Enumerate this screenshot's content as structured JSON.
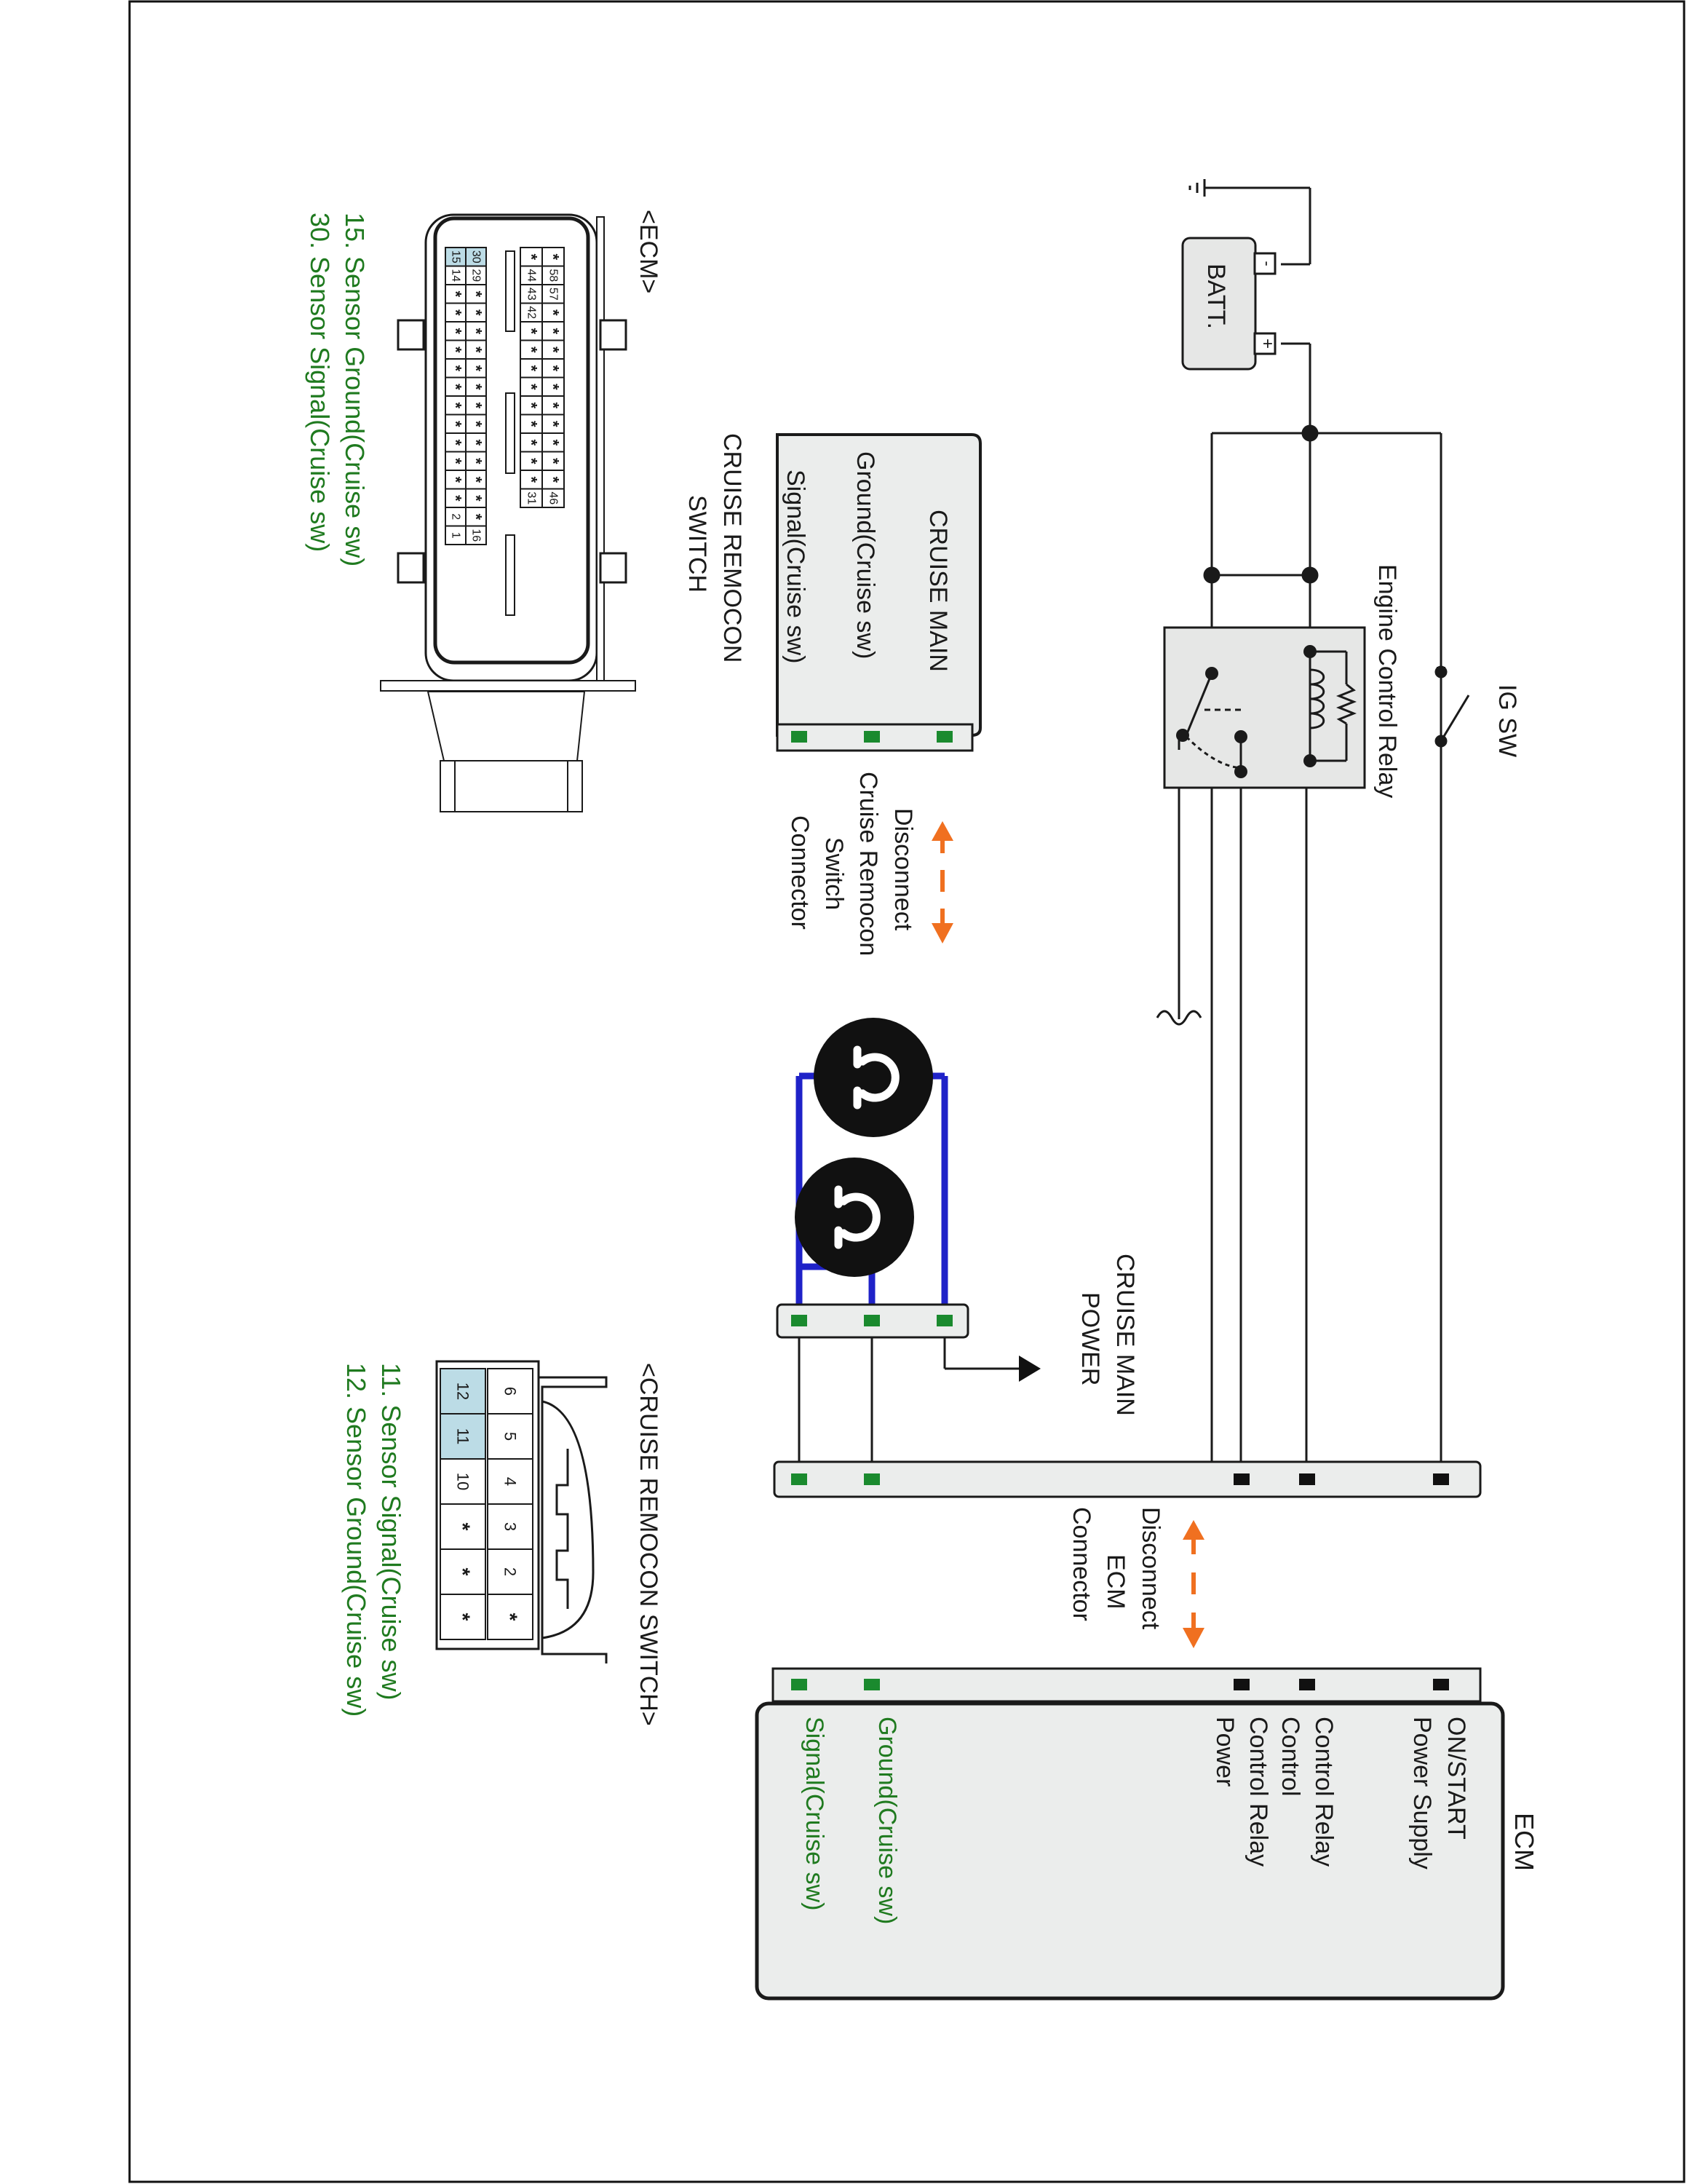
{
  "colors": {
    "wire": "#1a1a1a",
    "jumper": "#1f22c8",
    "green_pin": "#1a8a2e",
    "green_text": "#1f7a1f",
    "arrow": "#f07020",
    "pin_hilite": "#bcdce6",
    "box_fill": "#e9ebea"
  },
  "icons": [
    "ground-icon",
    "battery-icon",
    "relay-coil-icon",
    "switch-icon",
    "ohmmeter-icon",
    "disconnect-arrow-icon"
  ],
  "battery": {
    "label": "BATT.",
    "minus": "-",
    "plus": "+"
  },
  "ig_sw": {
    "label": "IG SW"
  },
  "relay": {
    "label": "Engine Control Relay"
  },
  "cruise_switch": {
    "title_line1": "CRUISE REMOCON",
    "title_line2": "SWITCH",
    "pins": [
      "CRUISE MAIN",
      "Ground(Cruise sw)",
      "Signal(Cruise sw)"
    ]
  },
  "disconnect_switch": {
    "lines": [
      "Disconnect",
      "Cruise Remocon",
      "Switch",
      "Connector"
    ]
  },
  "disconnect_ecm": {
    "lines": [
      "Disconnect",
      "ECM",
      "Connector"
    ]
  },
  "cruise_main_power": {
    "lines": [
      "CRUISE MAIN",
      "POWER"
    ]
  },
  "ecm": {
    "title": "ECM",
    "pins": [
      {
        "lines": [
          "ON/START",
          "Power Supply"
        ]
      },
      {
        "lines": [
          "Control Relay",
          "Control"
        ]
      },
      {
        "lines": [
          "Control Relay",
          "Power"
        ]
      },
      {
        "lines": [
          "Ground(Cruise sw)"
        ]
      },
      {
        "lines": [
          "Signal(Cruise sw)"
        ]
      }
    ]
  },
  "ecm_connector": {
    "title": "<ECM>",
    "row1": [
      "30",
      "29",
      "*",
      "*",
      "*",
      "*",
      "*",
      "*",
      "*",
      "*",
      "*",
      "*",
      "*",
      "*",
      "*",
      "16"
    ],
    "row2": [
      "15",
      "14",
      "*",
      "*",
      "*",
      "*",
      "*",
      "*",
      "*",
      "*",
      "*",
      "*",
      "*",
      "*",
      "2",
      "1"
    ],
    "row3": [
      "*",
      "44",
      "43",
      "42",
      "*",
      "*",
      "*",
      "*",
      "*",
      "*",
      "*",
      "*",
      "*",
      "31"
    ],
    "row4": [
      "*",
      "58",
      "57",
      "*",
      "*",
      "*",
      "*",
      "*",
      "*",
      "*",
      "*",
      "*",
      "*",
      "46"
    ],
    "legend": [
      "15. Sensor Ground(Cruise sw)",
      "30. Sensor Signal(Cruise sw)"
    ]
  },
  "switch_connector": {
    "title": "<CRUISE REMOCON SWITCH>",
    "row1": [
      "12",
      "11",
      "10",
      "*",
      "*",
      "*"
    ],
    "row2": [
      "6",
      "5",
      "4",
      "3",
      "2",
      "*"
    ],
    "legend": [
      "11. Sensor Signal(Cruise sw)",
      "12. Sensor Ground(Cruise sw)"
    ]
  }
}
